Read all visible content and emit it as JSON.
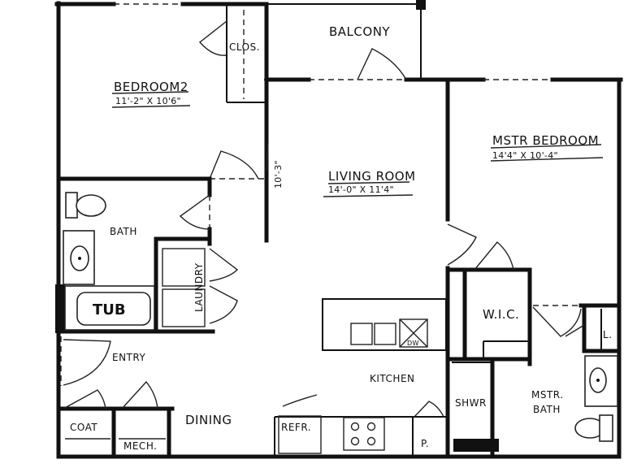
{
  "rooms": {
    "balcony": "BALCONY",
    "bedroom2": "BEDROOM2",
    "bedroom2_dim": "11'-2\" X 10'6\"",
    "closet": "CLOS.",
    "living": "LIVING ROOM",
    "living_dim": "14'-0\" X 11'4\"",
    "living_side_dim": "10'-3\"",
    "master": "MSTR BEDROOM",
    "master_dim": "14'4\" X 10'-4\"",
    "bath": "BATH",
    "laundry": "LAUNDRY",
    "tub": "TUB",
    "wic": "W.I.C.",
    "linen": "L.",
    "entry": "ENTRY",
    "kitchen": "KITCHEN",
    "dishwasher": "DW",
    "dining": "DINING",
    "coat": "COAT",
    "mech": "MECH.",
    "refrigerator": "REFR.",
    "pantry": "P.",
    "shower": "SHWR",
    "master_bath_1": "MSTR.",
    "master_bath_2": "BATH"
  }
}
